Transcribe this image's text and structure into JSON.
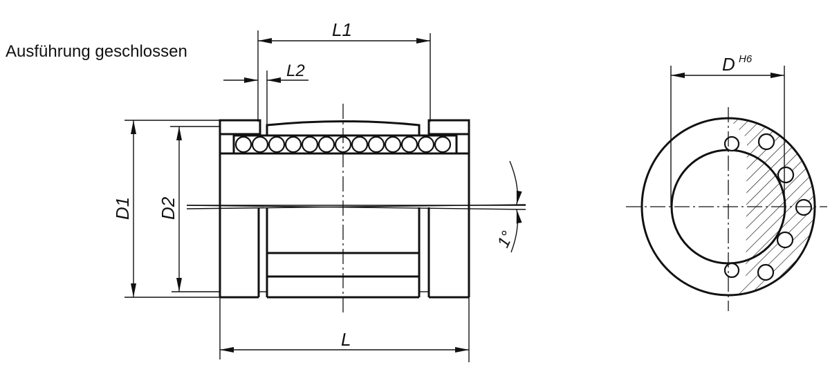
{
  "title": "Ausführung geschlossen",
  "dimensions": {
    "L1": "L1",
    "L2": "L2",
    "D1": "D1",
    "D2": "D2",
    "L": "L",
    "D": "D",
    "D_tolerance": "H6",
    "angle": "1°"
  },
  "colors": {
    "line": "#111111",
    "background": "#ffffff"
  }
}
